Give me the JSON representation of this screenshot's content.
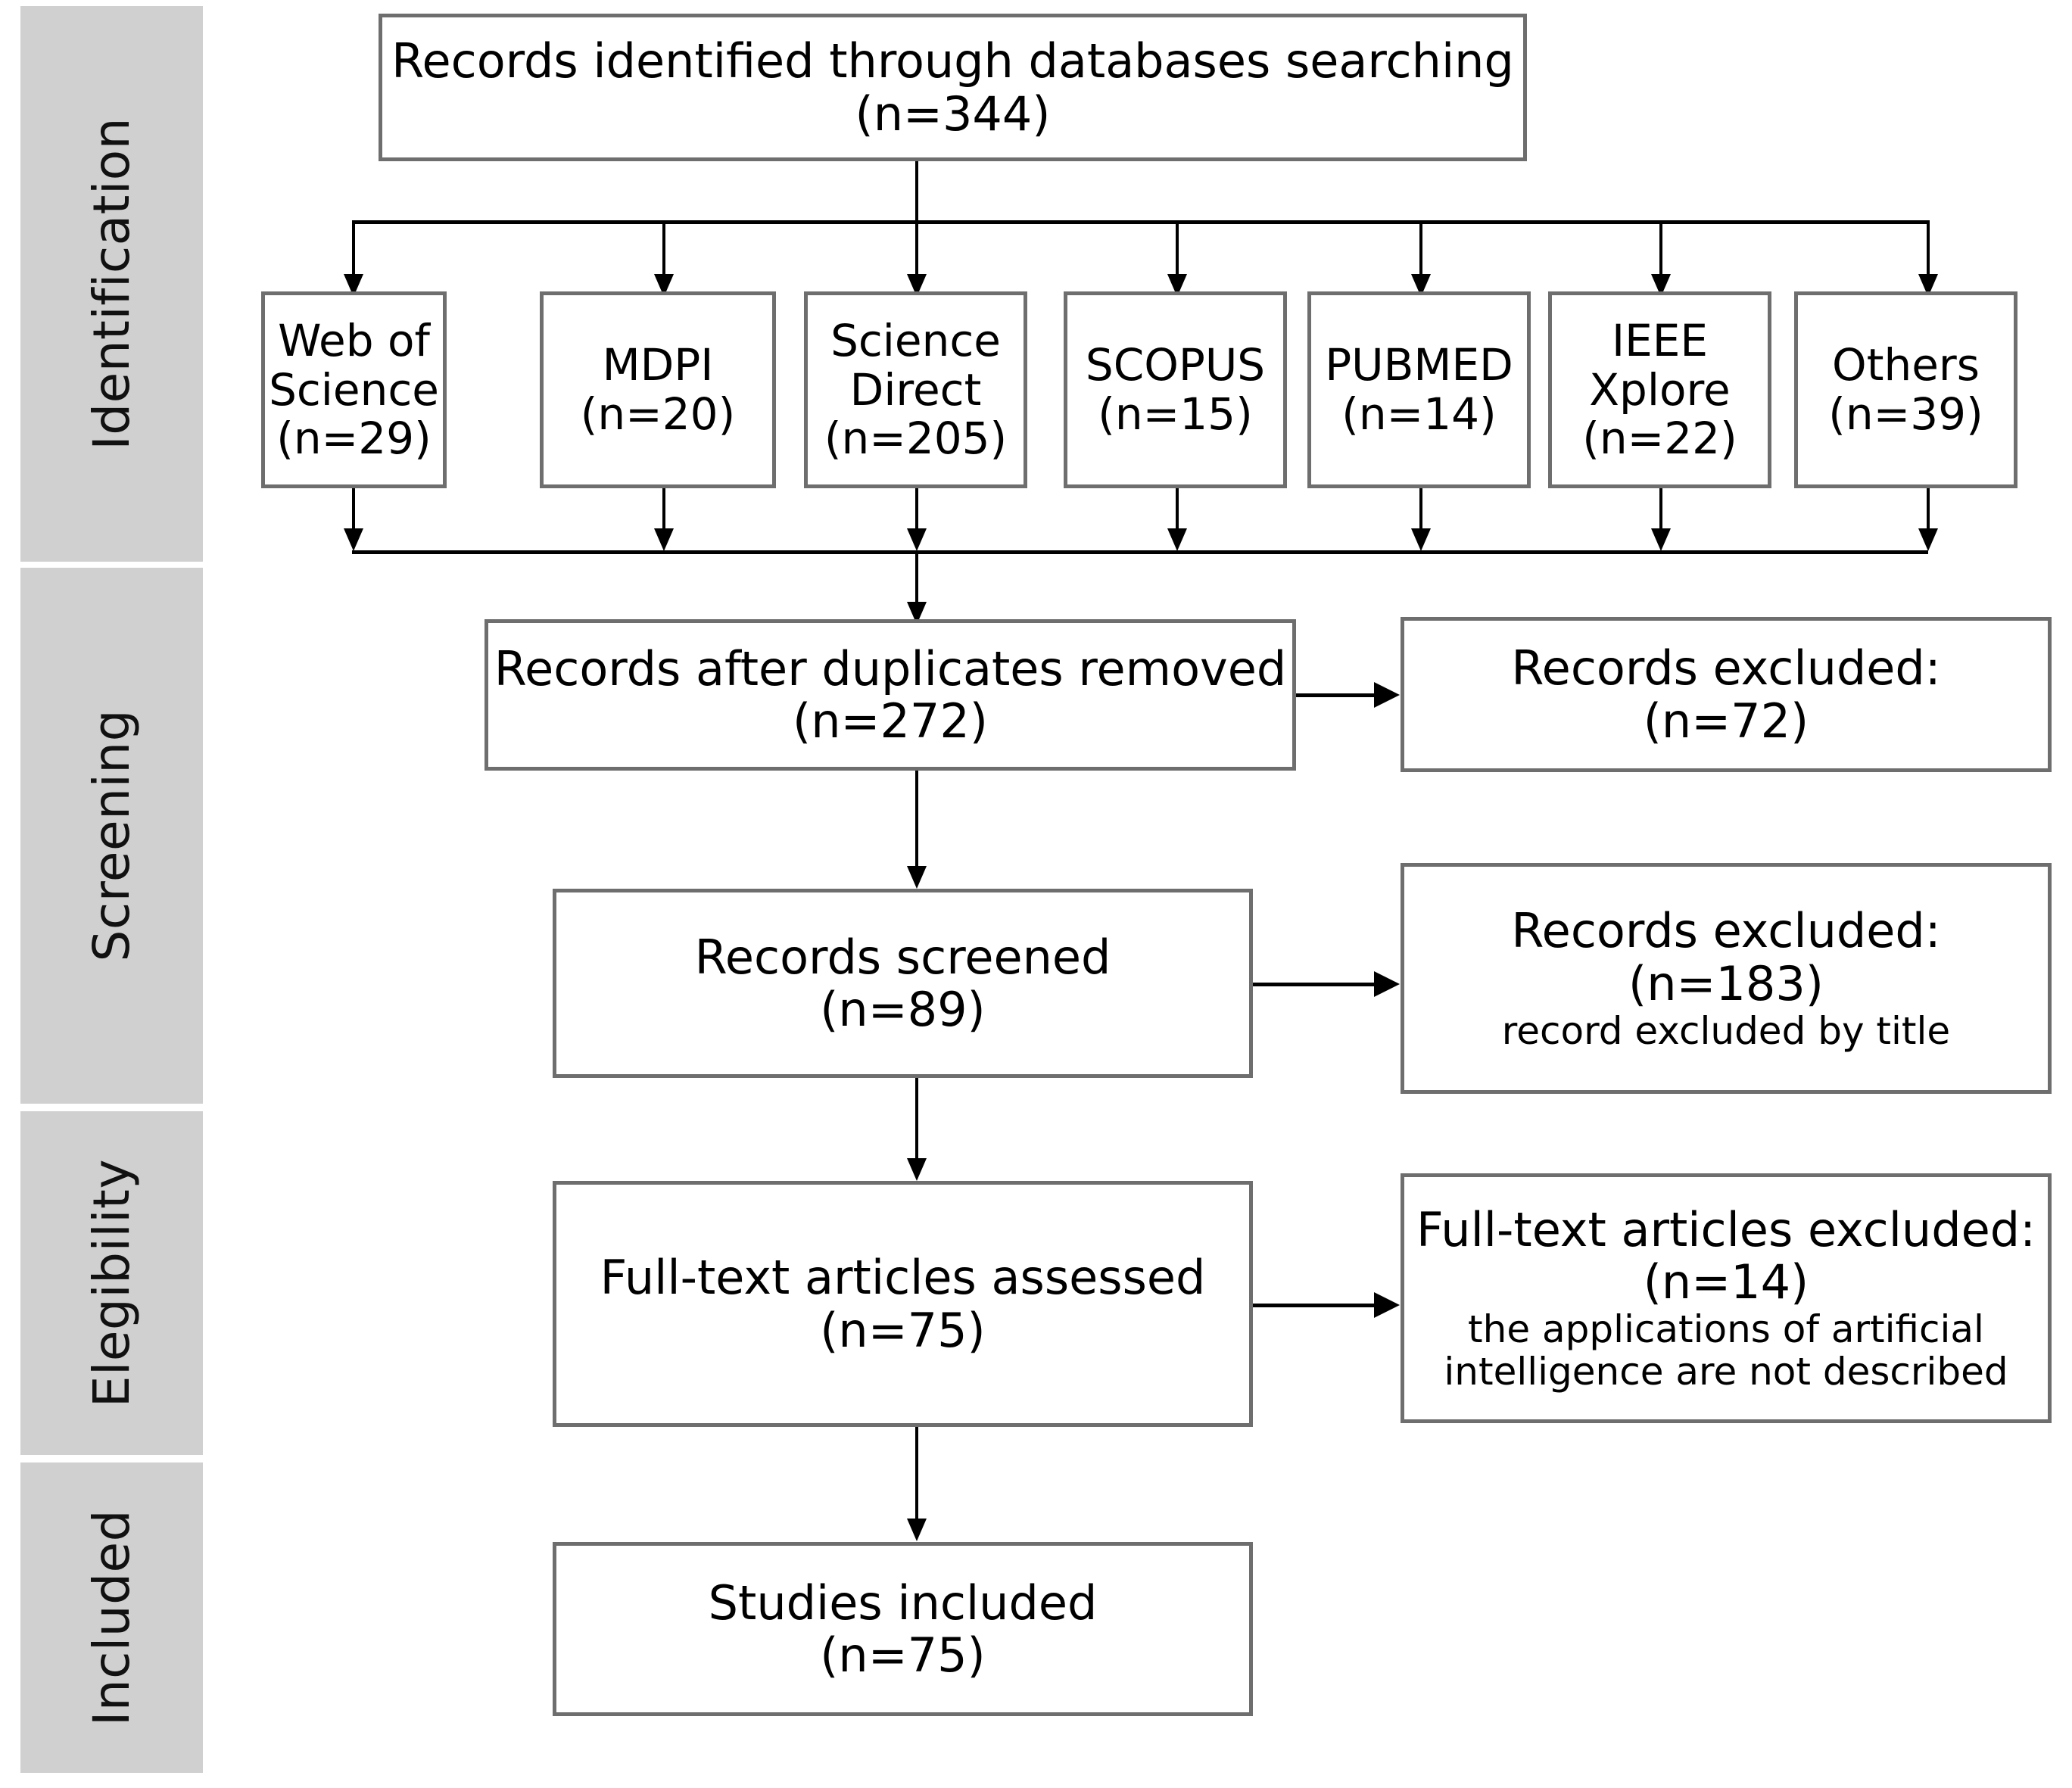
{
  "diagram": {
    "type": "PRISMA flow diagram",
    "stages": [
      {
        "id": "identification",
        "label": "Identification"
      },
      {
        "id": "screening",
        "label": "Screening"
      },
      {
        "id": "elegibility",
        "label": "Elegibility"
      },
      {
        "id": "included",
        "label": "Included"
      }
    ],
    "colors": {
      "band_fill": "#d0d0d0",
      "box_border": "#6e6e6e",
      "box_fill": "#ffffff",
      "connector": "#000000",
      "text": "#000000"
    },
    "nodes": {
      "identified": {
        "lines": [
          "Records identified through databases searching",
          "(n=344)"
        ],
        "n": 344
      },
      "databases": [
        {
          "name": "Web of Science",
          "lines": [
            "Web of",
            "Science",
            "(n=29)"
          ],
          "n": 29
        },
        {
          "name": "MDPI",
          "lines": [
            "MDPI",
            "(n=20)"
          ],
          "n": 20
        },
        {
          "name": "Science Direct",
          "lines": [
            "Science",
            "Direct",
            "(n=205)"
          ],
          "n": 205
        },
        {
          "name": "SCOPUS",
          "lines": [
            "SCOPUS",
            "(n=15)"
          ],
          "n": 15
        },
        {
          "name": "PUBMED",
          "lines": [
            "PUBMED",
            "(n=14)"
          ],
          "n": 14
        },
        {
          "name": "IEEE Xplore",
          "lines": [
            "IEEE",
            "Xplore",
            "(n=22)"
          ],
          "n": 22
        },
        {
          "name": "Others",
          "lines": [
            "Others",
            "(n=39)"
          ],
          "n": 39
        }
      ],
      "duplicates_removed": {
        "lines": [
          "Records after duplicates removed",
          "(n=272)"
        ],
        "n": 272
      },
      "excluded_duplicates": {
        "lines": [
          "Records excluded:",
          "(n=72)"
        ],
        "n": 72
      },
      "records_screened": {
        "lines": [
          "Records screened",
          "(n=89)"
        ],
        "n": 89
      },
      "excluded_title": {
        "lines": [
          "Records excluded:",
          "(n=183)"
        ],
        "note": "record excluded by title",
        "n": 183
      },
      "fulltext_assessed": {
        "lines": [
          "Full-text articles assessed",
          "(n=75)"
        ],
        "n": 75
      },
      "excluded_fulltext": {
        "lines": [
          "Full-text articles excluded:",
          "(n=14)"
        ],
        "note_lines": [
          "the applications of artificial",
          "intelligence are not described"
        ],
        "n": 14
      },
      "studies_included": {
        "lines": [
          "Studies included",
          "(n=75)"
        ],
        "n": 75
      }
    }
  }
}
